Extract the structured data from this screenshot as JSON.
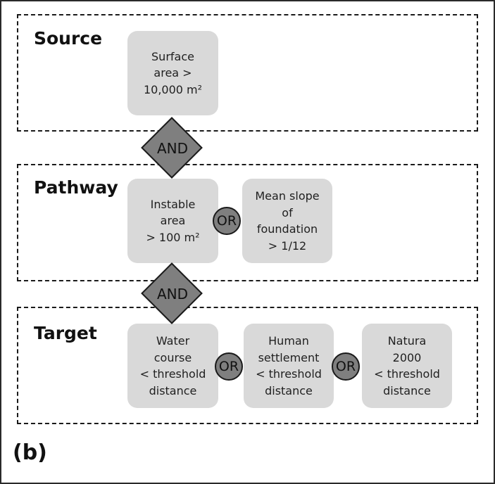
{
  "sections": {
    "source": {
      "title": "Source"
    },
    "pathway": {
      "title": "Pathway"
    },
    "target": {
      "title": "Target"
    }
  },
  "nodes": {
    "surface_area": "Surface\narea >\n10,000 m²",
    "instable_area": "Instable\narea\n> 100 m²",
    "mean_slope": "Mean slope\nof\nfoundation\n> 1/12",
    "water_course": "Water\ncourse\n< threshold\ndistance",
    "human_settlement": "Human\nsettlement\n< threshold\ndistance",
    "natura_2000": "Natura\n2000\n< threshold\ndistance"
  },
  "operators": {
    "and_source_pathway": "AND",
    "and_pathway_target": "AND",
    "or_pathway": "OR",
    "or_target_1": "OR",
    "or_target_2": "OR"
  },
  "panel_label": "(b)"
}
